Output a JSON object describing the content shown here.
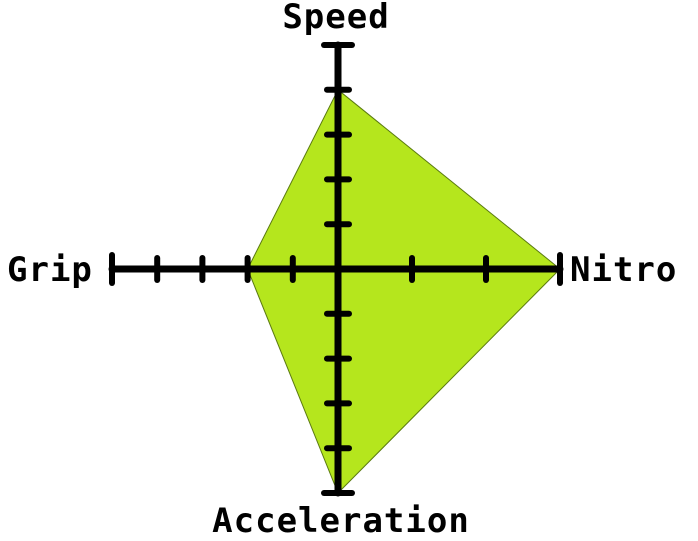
{
  "chart_data": {
    "type": "radar",
    "axes": [
      {
        "name": "Speed",
        "direction": "up",
        "max": 5,
        "value": 4
      },
      {
        "name": "Nitro",
        "direction": "right",
        "max": 3,
        "value": 3
      },
      {
        "name": "Acceleration",
        "direction": "down",
        "max": 5,
        "value": 5
      },
      {
        "name": "Grip",
        "direction": "left",
        "max": 5,
        "value": 2
      }
    ],
    "fill_color": "#b5e61d",
    "axis_color": "#000000",
    "grid": false,
    "legend": "none"
  }
}
